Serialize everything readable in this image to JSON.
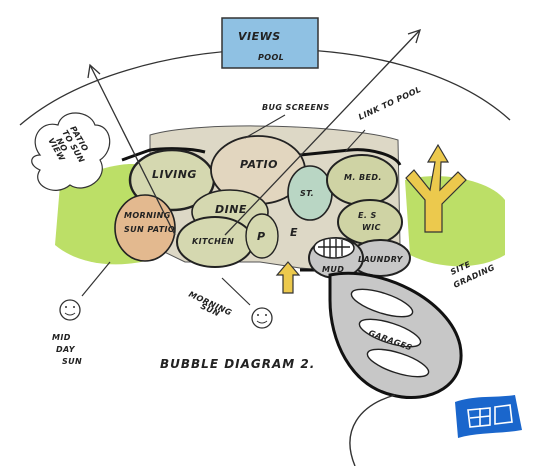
{
  "diagram": {
    "top_note": "VIEWS",
    "top_note_2": "POOL",
    "bubbles": {
      "living": "LIVING",
      "patio": "PATIO",
      "dine": "DINE",
      "kitchen": "KITCHEN",
      "morning": "MORNING",
      "sun_patio": "SUN PATIO",
      "st": "ST.",
      "m_bed": "M. BED.",
      "e_s": "E. S",
      "wic": "WIC",
      "p": "P",
      "e": "E",
      "mud": "MUD",
      "laundry": "LAUNDRY",
      "garages": "GARAGES"
    },
    "annotations": {
      "bug_screens": "BUG SCREENS",
      "link_to_pool": "LINK TO POOL",
      "no_view": [
        "NO",
        "VIEW",
        "TO SUN",
        "PATIO"
      ],
      "morning_sun": [
        "MORNING",
        "SUN"
      ],
      "mid_day_sun": [
        "MID",
        "DAY",
        "SUN"
      ],
      "site_grading": [
        "SITE",
        "GRADING"
      ]
    },
    "title": "BUBBLE DIAGRAM 2."
  },
  "colors": {
    "ink": "#222222",
    "grass": "#b5dc56",
    "sand": "#ddd8c6",
    "patio_beige": "#e2d6bf",
    "pale_green": "#d5d8b0",
    "olive_light": "#cfd3a4",
    "peach": "#e3b98f",
    "teal": "#b9d6c4",
    "grey": "#c7c7c7",
    "gold": "#ecc94d",
    "view_blue": "#8fc1e3",
    "logo_blue": "#1a66cc"
  }
}
